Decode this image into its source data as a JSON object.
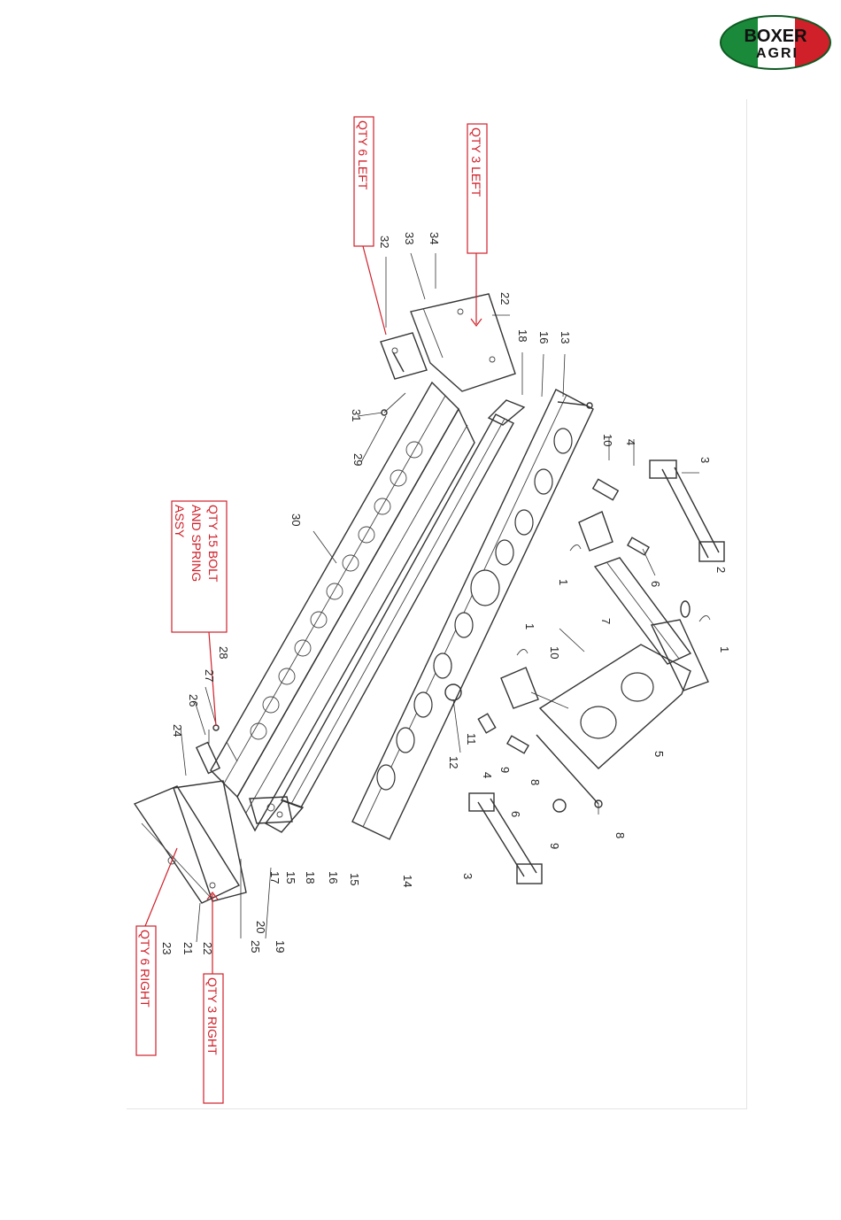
{
  "logo": {
    "line1": "BOXER",
    "line2": "AGRI",
    "colors": {
      "green": "#1a8a3a",
      "white": "#ffffff",
      "red": "#d0202a",
      "text": "#111111"
    }
  },
  "annotations": [
    {
      "id": "a1",
      "text": "QTY 6 LEFT"
    },
    {
      "id": "a2",
      "text": "QTY 3 LEFT"
    },
    {
      "id": "a3",
      "lines": [
        "QTY 15 BOLT",
        "AND SPRING",
        "ASSY"
      ]
    },
    {
      "id": "a4",
      "text": "QTY 6 RIGHT"
    },
    {
      "id": "a5",
      "text": "QTY 3 RIGHT"
    }
  ],
  "part_numbers": {
    "p34": "34",
    "p33": "33",
    "p32": "32",
    "p22a": "22",
    "p18a": "18",
    "p16a": "16",
    "p13": "13",
    "p31": "31",
    "p29": "29",
    "p30": "30",
    "p10a": "10",
    "p4a": "4",
    "p3a": "3",
    "p1a": "1",
    "p6a": "6",
    "p2": "2",
    "p7": "7",
    "p1b": "1",
    "p28": "28",
    "p27": "27",
    "p26": "26",
    "p24": "24",
    "p1c": "1",
    "p10b": "10",
    "p12": "12",
    "p11": "11",
    "p9a": "9",
    "p4b": "4",
    "p8a": "8",
    "p6b": "6",
    "p5": "5",
    "p9b": "9",
    "p8b": "8",
    "p3b": "3",
    "p14": "14",
    "p15a": "15",
    "p16b": "16",
    "p18b": "18",
    "p15b": "15",
    "p17": "17",
    "p19": "19",
    "p25": "25",
    "p20": "20",
    "p21": "21",
    "p22b": "22",
    "p23": "23"
  }
}
